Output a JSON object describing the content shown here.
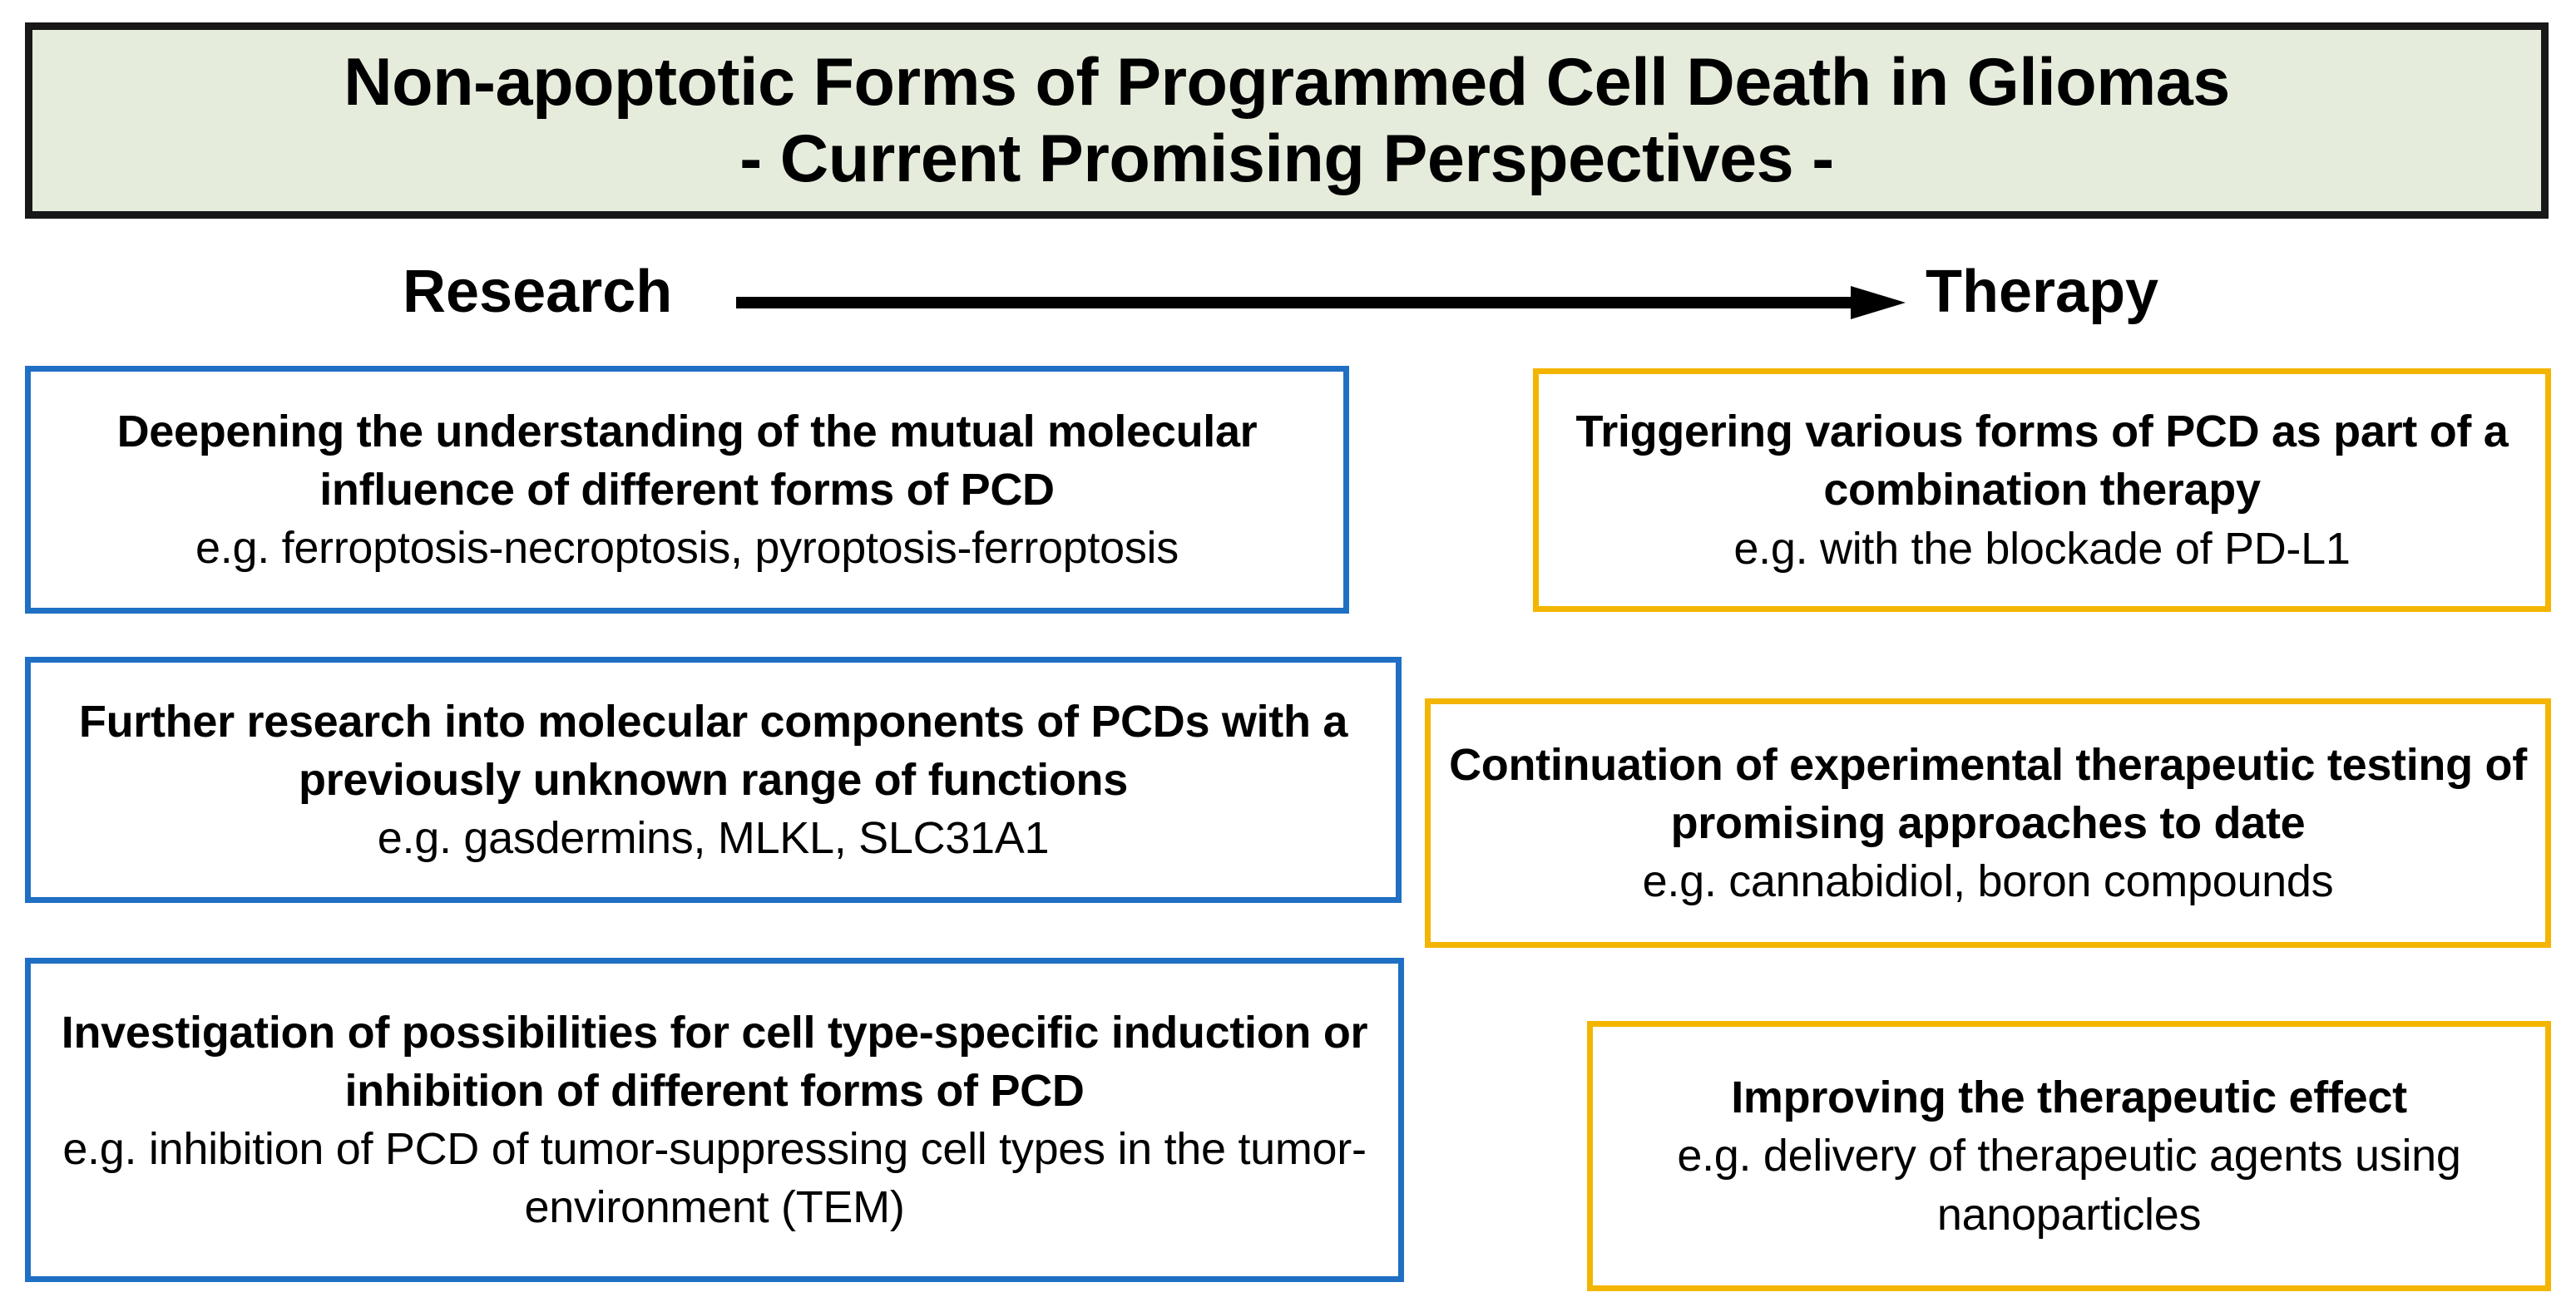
{
  "title": {
    "line1": "Non-apoptotic Forms of Programmed Cell Death in Gliomas",
    "line2": "- Current Promising Perspectives -"
  },
  "axis": {
    "start_label": "Research",
    "end_label": "Therapy",
    "arrow": "right-arrow"
  },
  "colors": {
    "title_background": "#e6ecdc",
    "title_border": "#181818",
    "research_border": "#1f6fc4",
    "therapy_border": "#f3b500",
    "card_background": "#ffffff",
    "text": "#000000"
  },
  "columns": {
    "research": {
      "label": "Research",
      "accent": "#1f6fc4",
      "cards": [
        {
          "headline": "Deepening the understanding of the mutual molecular influence of different forms of PCD",
          "example": "e.g. ferroptosis-necroptosis, pyroptosis-ferroptosis"
        },
        {
          "headline": "Further research into molecular components of PCDs with a previously unknown range of functions",
          "example": "e.g. gasdermins, MLKL, SLC31A1"
        },
        {
          "headline": "Investigation of possibilities for cell type-specific induction or inhibition of different forms of PCD",
          "example": "e.g. inhibition of PCD of tumor-suppressing cell types in the tumor-environment (TEM)"
        }
      ]
    },
    "therapy": {
      "label": "Therapy",
      "accent": "#f3b500",
      "cards": [
        {
          "headline": "Triggering various forms of PCD as part of a combination therapy",
          "example": "e.g. with the blockade of PD-L1"
        },
        {
          "headline": "Continuation of experimental therapeutic testing of promising approaches to date",
          "example": "e.g. cannabidiol, boron compounds"
        },
        {
          "headline": "Improving the therapeutic effect",
          "example": "e.g. delivery of therapeutic agents using nanoparticles"
        }
      ]
    }
  }
}
